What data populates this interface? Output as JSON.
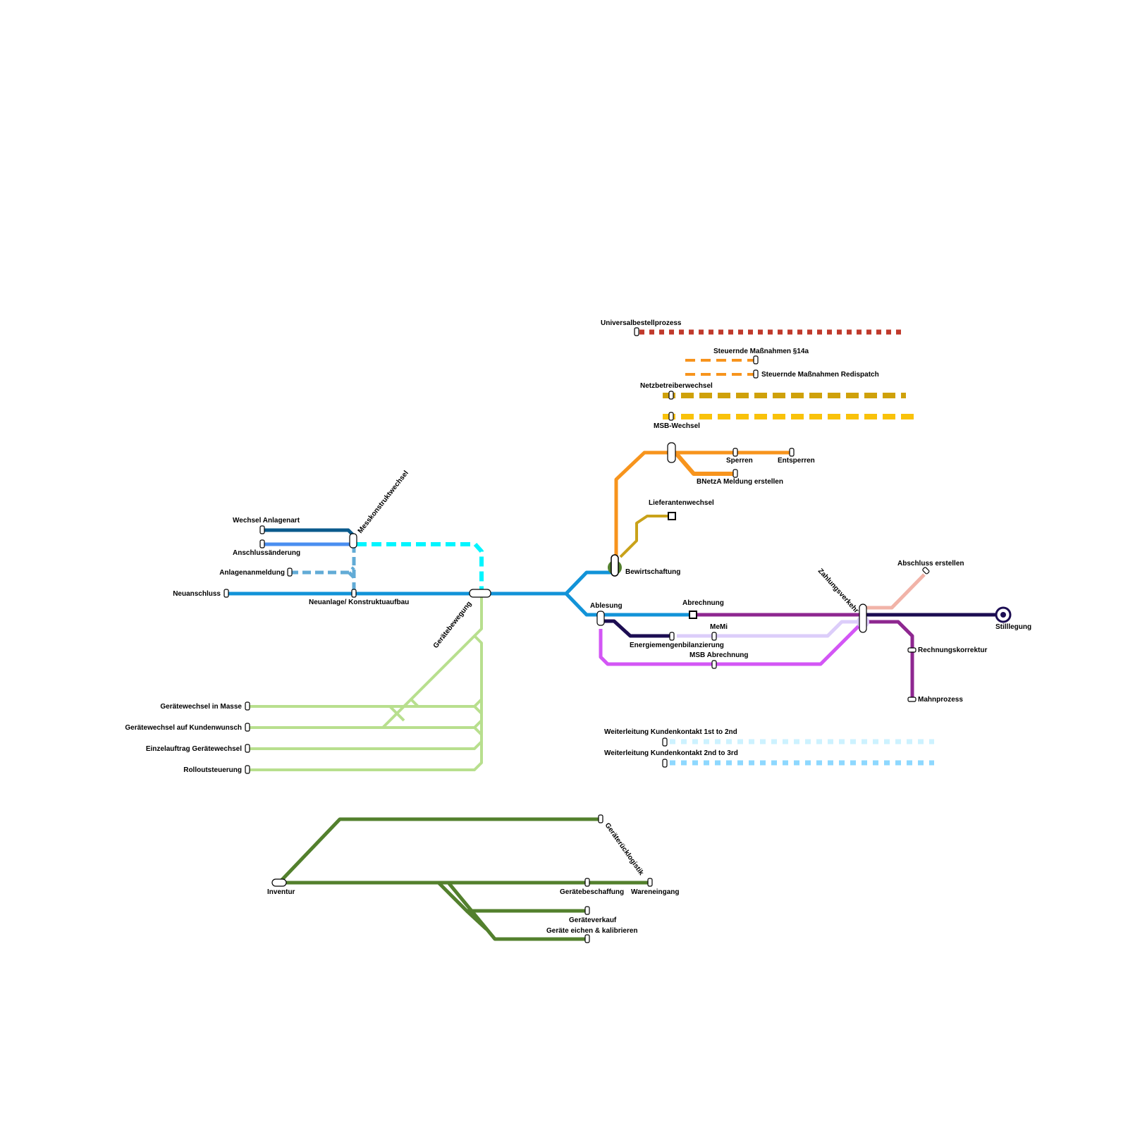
{
  "stations": {
    "universalbestellprozess": "Universalbestellprozess",
    "steuernde_14a": "Steuernde Maßnahmen §14a",
    "steuernde_redispatch": "Steuernde Maßnahmen Redispatch",
    "netzbetreiberwechsel": "Netzbetreiberwechsel",
    "msb_wechsel": "MSB-Wechsel",
    "sperren": "Sperren",
    "entsperren": "Entsperren",
    "bnetza": "BNetzA Meldung erstellen",
    "lieferantenwechsel": "Lieferantenwechsel",
    "bewirtschaftung": "Bewirtschaftung",
    "wechsel_anlagenart": "Wechsel Anlagenart",
    "anschlussaenderung": "Anschlussänderung",
    "messkonstruktwechsel": "Messkonstruktwechsel",
    "anlagenanmeldung": "Anlagenanmeldung",
    "neuanschluss": "Neuanschluss",
    "neuanlage": "Neuanlage/ Konstruktuaufbau",
    "geraetebewegung": "Gerätebewegung",
    "ablesung": "Ablesung",
    "abrechnung": "Abrechnung",
    "memi": "MeMi",
    "energiemengenbilanzierung": "Energiemengenbilanzierung",
    "msb_abrechnung": "MSB Abrechnung",
    "zahlungsverkehr": "Zahlungsverkehr",
    "abschluss_erstellen": "Abschluss erstellen",
    "stilllegung": "Stilllegung",
    "rechnungskorrektur": "Rechnungskorrektur",
    "mahnprozess": "Mahnprozess",
    "weiterleitung_1": "Weiterleitung Kundenkontakt 1st to 2nd",
    "weiterleitung_2": "Weiterleitung Kundenkontakt 2nd to 3rd",
    "gw_masse": "Gerätewechsel in Masse",
    "gw_kundenwunsch": "Gerätewechsel auf Kundenwunsch",
    "einzelauftrag": "Einzelauftrag Gerätewechsel",
    "rolloutsteuerung": "Rolloutsteuerung",
    "inventur": "Inventur",
    "geraeteruecklogistik": "Geräterücklogistik",
    "geraetebeschaffung": "Gerätebeschaffung",
    "wareneingang": "Wareneingang",
    "geraeteverkauf": "Geräteverkauf",
    "geraete_eichen": "Geräte eichen & kalibrieren"
  },
  "colors": {
    "universal": "#c0392b",
    "steuernde": "#f7941d",
    "netzbetreiber": "#cfa10a",
    "msb_wechsel": "#f9c20a",
    "orange_line": "#f7941d",
    "lieferanten": "#c9a21a",
    "main_blue": "#1293d8",
    "anlagenart": "#0a5a8c",
    "anschluss": "#4a8ef0",
    "anlagenanmeldung": "#62abd6",
    "cyan": "#00f5ff",
    "abrechnung_purple": "#8e2790",
    "navy": "#1c0d52",
    "lavender": "#dccdfa",
    "magenta": "#d356f5",
    "salmon": "#f1b3a8",
    "light_cyan": "#cdf2ff",
    "sky": "#8ed8ff",
    "light_green": "#b8df8e",
    "dark_green": "#53802d"
  }
}
